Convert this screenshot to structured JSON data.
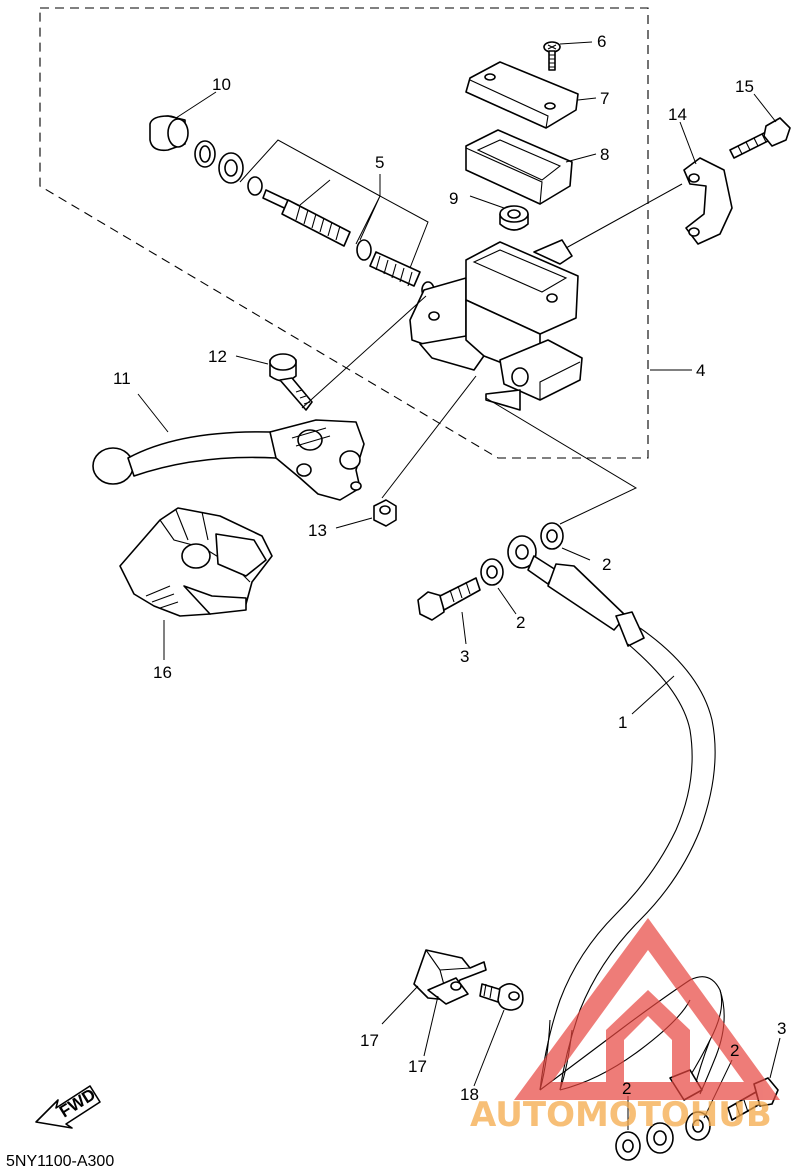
{
  "diagram": {
    "code": "5NY1100-A300",
    "direction_label": "FWD",
    "labels": {
      "p1": "1",
      "p2a": "2",
      "p2b": "2",
      "p2c": "2",
      "p2d": "2",
      "p3a": "3",
      "p3b": "3",
      "p4": "4",
      "p5": "5",
      "p6": "6",
      "p7": "7",
      "p8": "8",
      "p9": "9",
      "p10": "10",
      "p11": "11",
      "p12": "12",
      "p13": "13",
      "p14": "14",
      "p15": "15",
      "p16": "16",
      "p17a": "17",
      "p17b": "17",
      "p18": "18"
    }
  },
  "watermark": {
    "text": "AUTOMOTOHUB",
    "color": "#e8463f",
    "text_color": "#f4a94a"
  }
}
